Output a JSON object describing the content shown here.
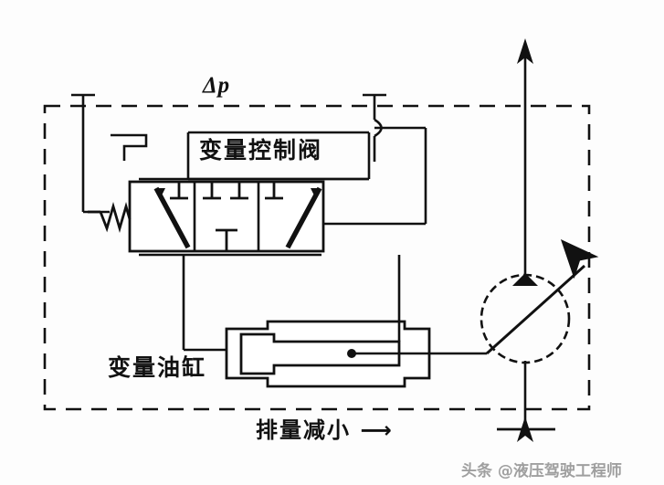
{
  "diagram": {
    "title_label": "变量控制阀",
    "pressure_label": "Δp",
    "cylinder_label": "变量油缸",
    "displacement_label": "排量减小  ⟶",
    "watermark": "头条 @液压驾驶工程师",
    "colors": {
      "line": "#1a1a1a",
      "background": "#ffffff",
      "watermark": "#8f8f8f"
    },
    "components": [
      {
        "name": "variable-control-valve",
        "type": "3-position-directional-valve",
        "label": "变量控制阀"
      },
      {
        "name": "variable-displacement-cylinder",
        "type": "stepped-piston-cylinder",
        "label": "变量油缸"
      },
      {
        "name": "variable-displacement-pump",
        "type": "variable-pump-circle",
        "label": ""
      },
      {
        "name": "return-spring",
        "type": "spring",
        "label": ""
      },
      {
        "name": "boundary",
        "type": "dashed-enclosure",
        "label": ""
      }
    ],
    "annotations": {
      "delta_p_tap_left": "Δp",
      "flow_direction": "排量减小"
    }
  }
}
